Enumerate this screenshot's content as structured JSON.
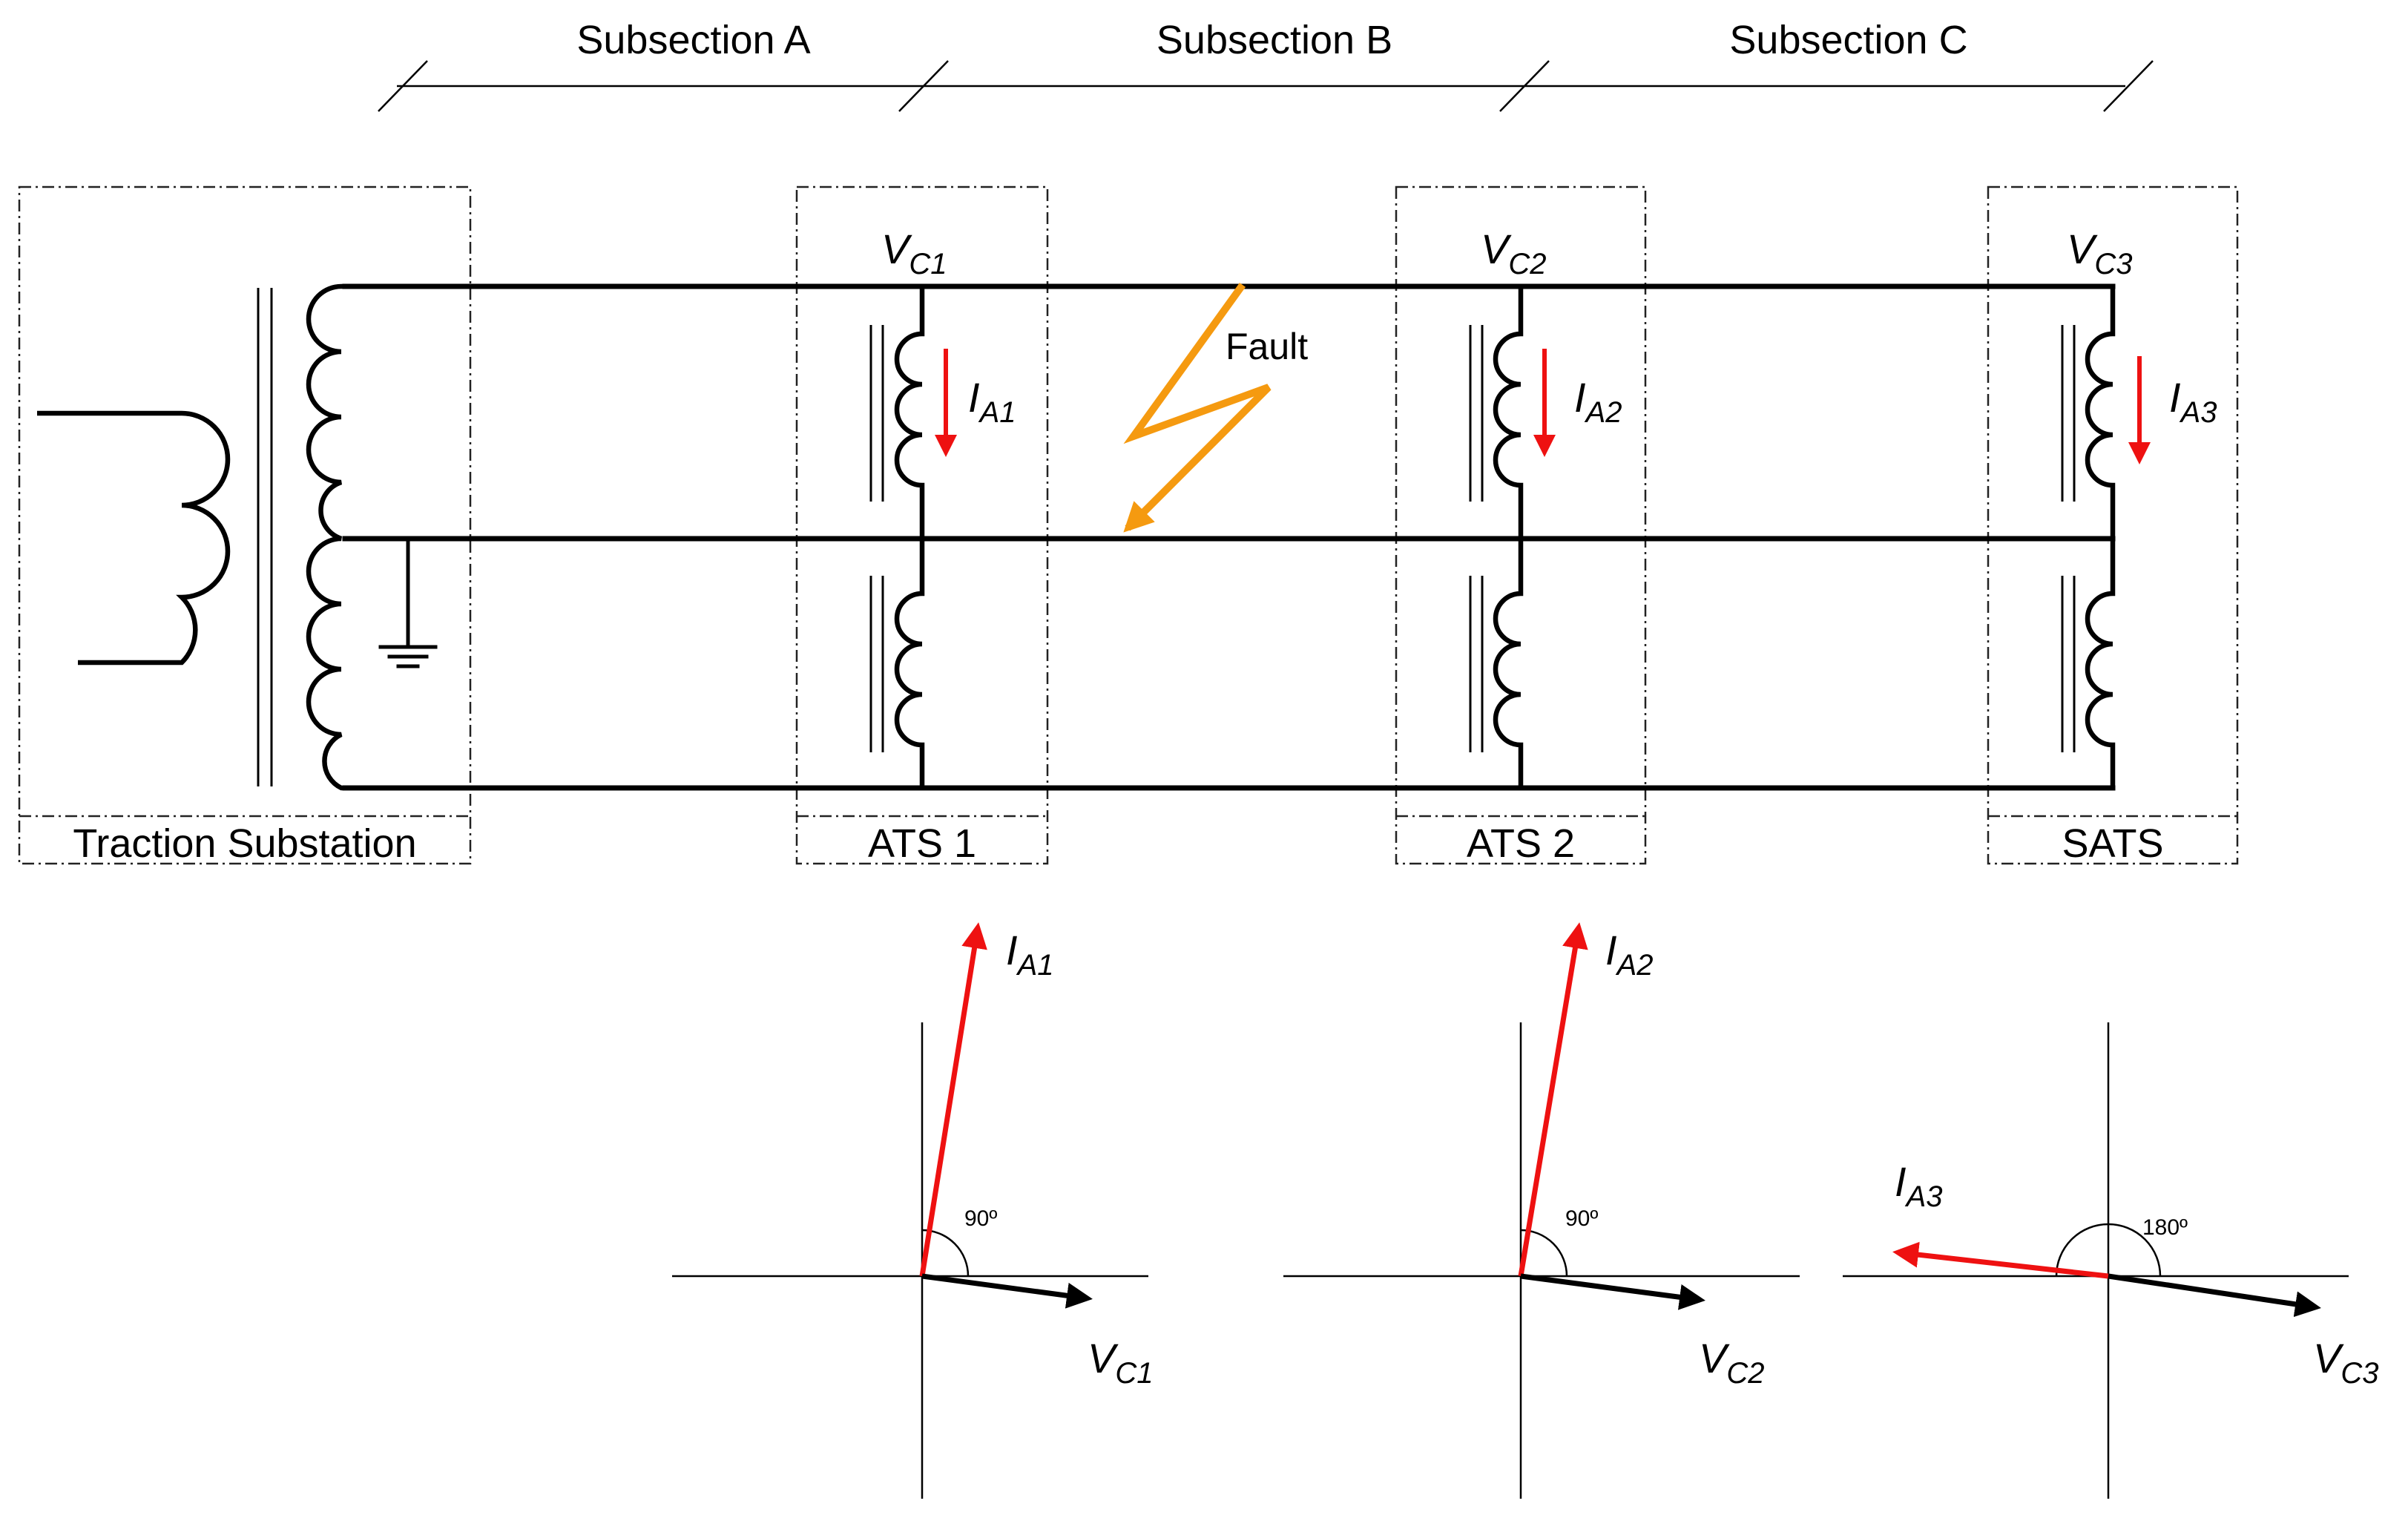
{
  "subsections": [
    "Subsection A",
    "Subsection B",
    "Subsection C"
  ],
  "boxes": {
    "traction": "Traction Substation",
    "ats1": "ATS 1",
    "ats2": "ATS 2",
    "sats": "SATS"
  },
  "fault_label": "Fault",
  "symbols": {
    "V": "V",
    "I": "I",
    "vc1": "C1",
    "vc2": "C2",
    "vc3": "C3",
    "ia1": "A1",
    "ia2": "A2",
    "ia3": "A3"
  },
  "angles": {
    "a1": "90º",
    "a2": "90º",
    "a3": "180º"
  },
  "colors": {
    "current": "#ee1111",
    "fault": "#f59a10",
    "wire": "#000000"
  }
}
